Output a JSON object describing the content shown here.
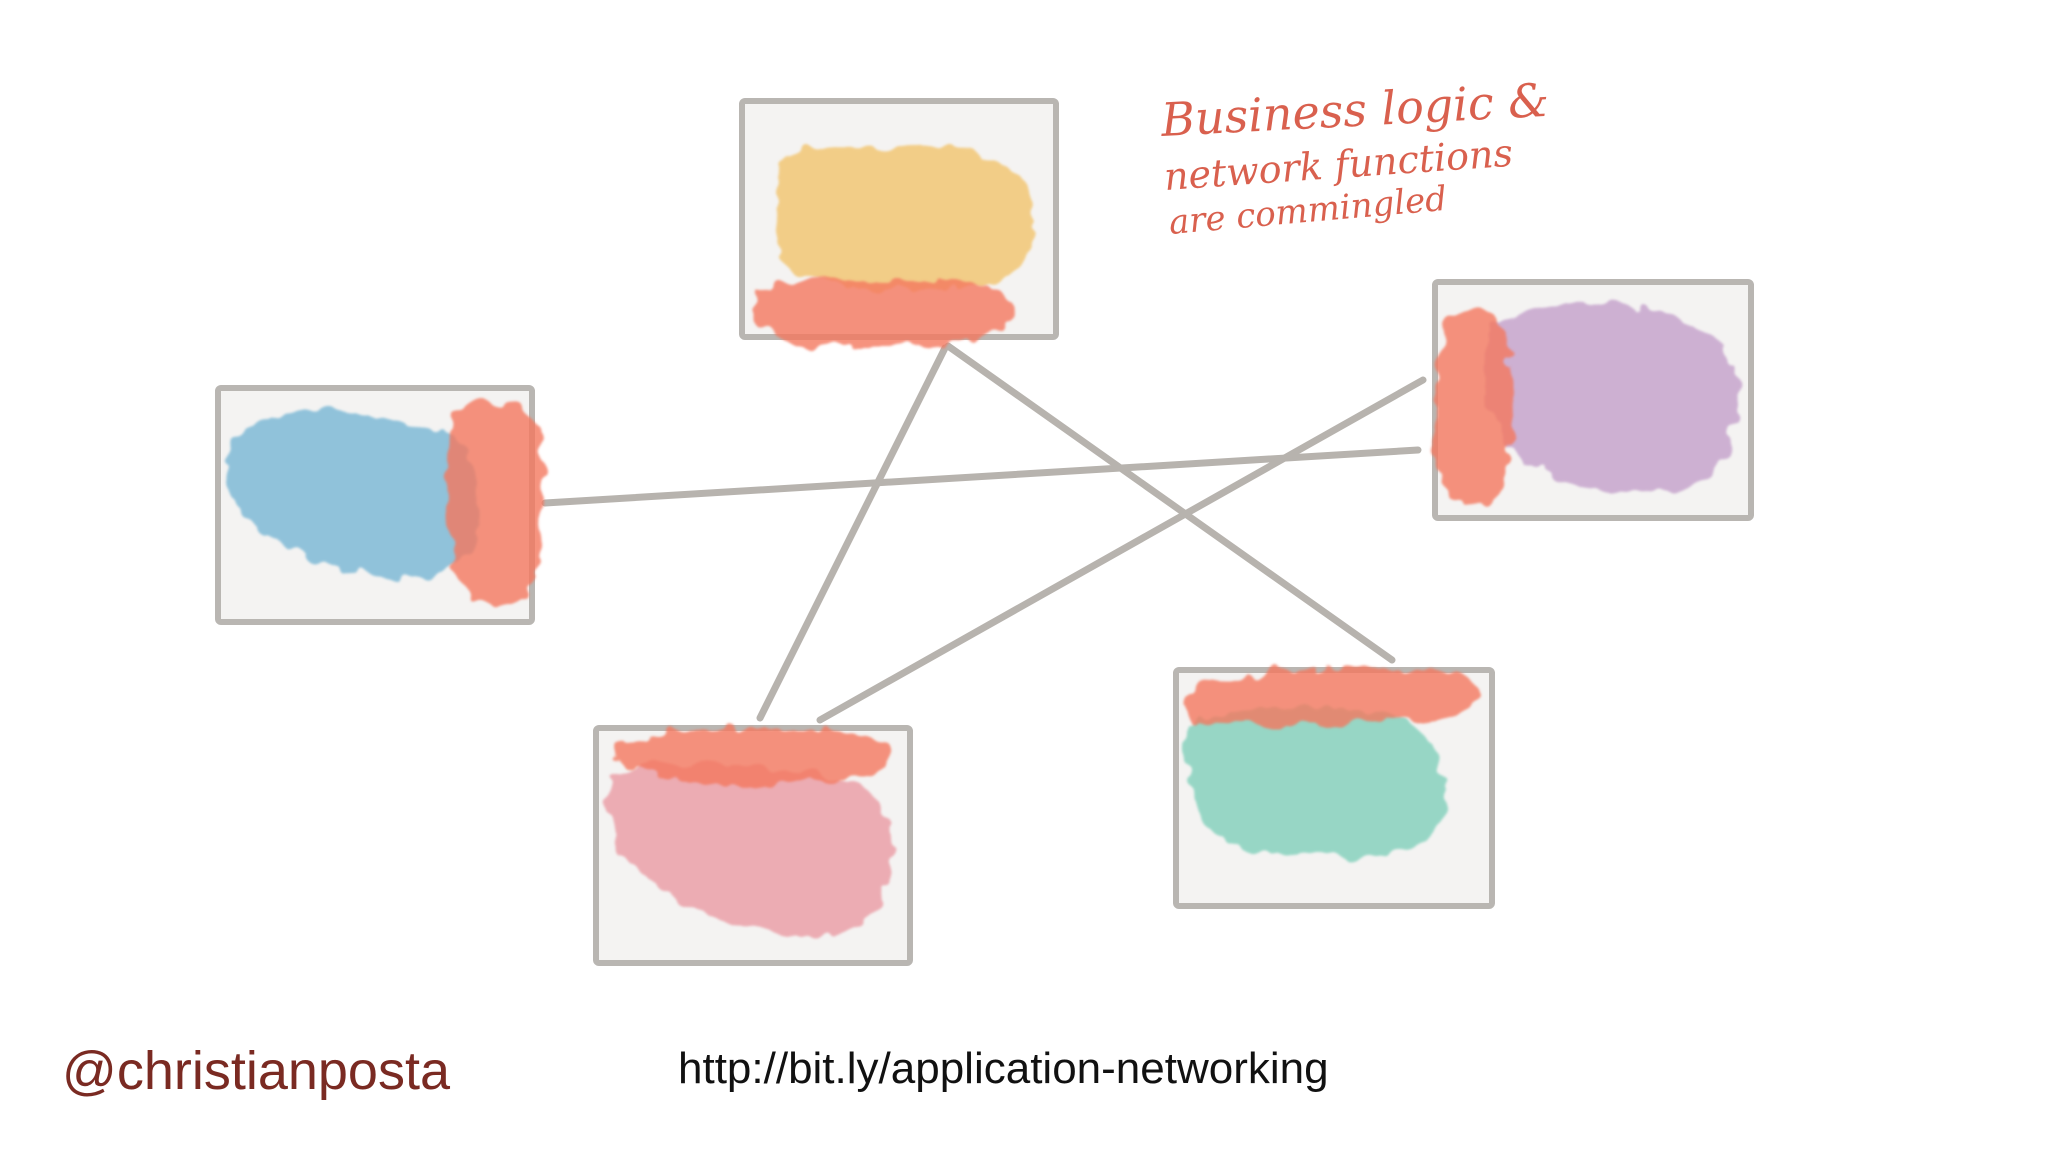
{
  "annotation": {
    "line1": "Business logic &",
    "line2": "network functions",
    "line3": "are commingled"
  },
  "footer": {
    "handle": "@christianposta",
    "url": "http://bit.ly/application-networking"
  },
  "colors": {
    "frame": "#b9b6b2",
    "frame_fill": "#f4f3f2",
    "connection": "#b7b3ae",
    "network_function": "#f4785e",
    "service_yellow": "#f2c774",
    "service_blue": "#7fbad6",
    "service_purple": "#c7a4cc",
    "service_pink": "#eba0a8",
    "service_teal": "#86d1bd",
    "annotation": "#d9604e",
    "handle": "#7a2a22",
    "url": "#111111"
  },
  "nodes": [
    {
      "id": "service-yellow",
      "business_color": "service_yellow",
      "network_side": "bottom"
    },
    {
      "id": "service-blue",
      "business_color": "service_blue",
      "network_side": "right"
    },
    {
      "id": "service-purple",
      "business_color": "service_purple",
      "network_side": "left"
    },
    {
      "id": "service-pink",
      "business_color": "service_pink",
      "network_side": "top"
    },
    {
      "id": "service-teal",
      "business_color": "service_teal",
      "network_side": "top"
    }
  ]
}
